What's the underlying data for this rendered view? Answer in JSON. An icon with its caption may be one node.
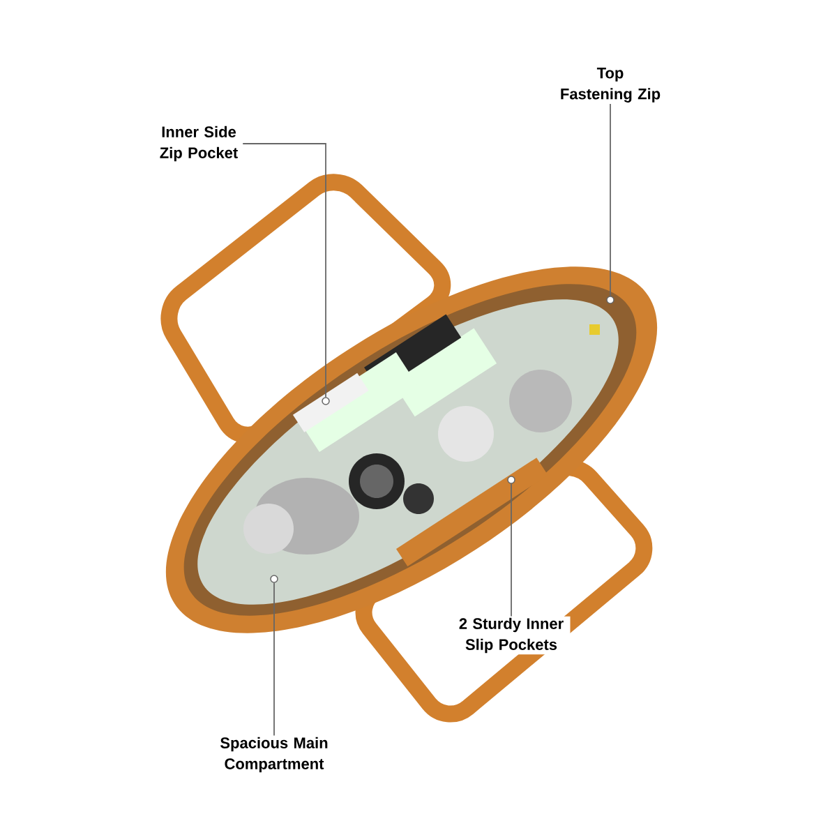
{
  "diagram": {
    "nodes": [
      {
        "text": [
          "Top Fastening Zip"
        ]
      },
      {
        "text": [
          "Inner Side Zip Pocket"
        ]
      },
      {
        "text": [
          "2 Sturdy Inner Slip Pockets"
        ]
      },
      {
        "text": [
          "Spacious Main Compartment"
        ]
      },
      {
        "text": [],
        "shape": "circle"
      },
      {
        "text": [],
        "shape": "circle"
      },
      {
        "text": [],
        "shape": "circle"
      },
      {
        "text": [],
        "shape": "circle"
      }
    ],
    "edges": [
      {
        "from": 0,
        "to": 7,
        "arrow": "none"
      },
      {
        "from": 1,
        "to": 5,
        "arrow": "none"
      },
      {
        "from": 2,
        "to": 6,
        "arrow": "none"
      },
      {
        "from": 3,
        "to": 4,
        "arrow": "none"
      }
    ]
  }
}
